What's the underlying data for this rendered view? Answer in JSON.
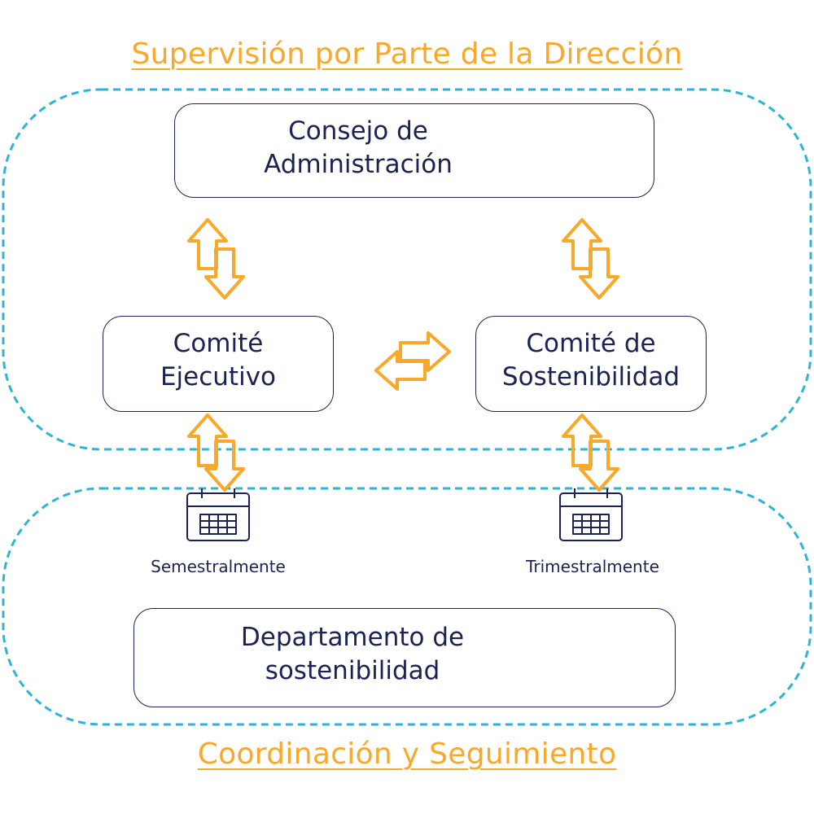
{
  "titles": {
    "top": "Supervisión por Parte de la Dirección",
    "bottom": "Coordinación y Seguimiento"
  },
  "nodes": {
    "consejo": {
      "line1": "Consejo de",
      "line2": "Administración",
      "icon": "people-group-icon"
    },
    "ejecutivo": {
      "line1": "Comité",
      "line2": "Ejecutivo"
    },
    "sostenibilidad": {
      "line1": "Comité de",
      "line2": "Sostenibilidad"
    },
    "departamento": {
      "line1": "Departamento de",
      "line2": "sostenibilidad",
      "icon": "network-people-icon"
    }
  },
  "frequencies": {
    "ejecutivo": {
      "label": "Semestralmente",
      "icon": "calendar-icon"
    },
    "sostenibilidad": {
      "label": "Trimestralmente",
      "icon": "calendar-icon"
    }
  },
  "colors": {
    "accent": "#f9a82a",
    "dashed": "#2eb4d6",
    "text": "#1a2352"
  }
}
